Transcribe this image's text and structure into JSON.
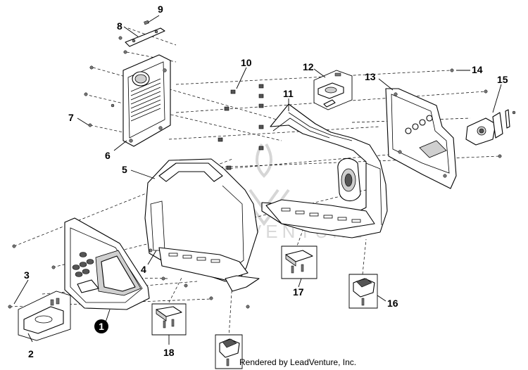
{
  "diagram": {
    "callouts": [
      "1",
      "2",
      "3",
      "4",
      "5",
      "6",
      "7",
      "8",
      "9",
      "10",
      "11",
      "12",
      "13",
      "14",
      "15",
      "16",
      "17",
      "18"
    ],
    "watermark": "LEADVENTURE",
    "credit": "Rendered by LeadVenture, Inc."
  }
}
